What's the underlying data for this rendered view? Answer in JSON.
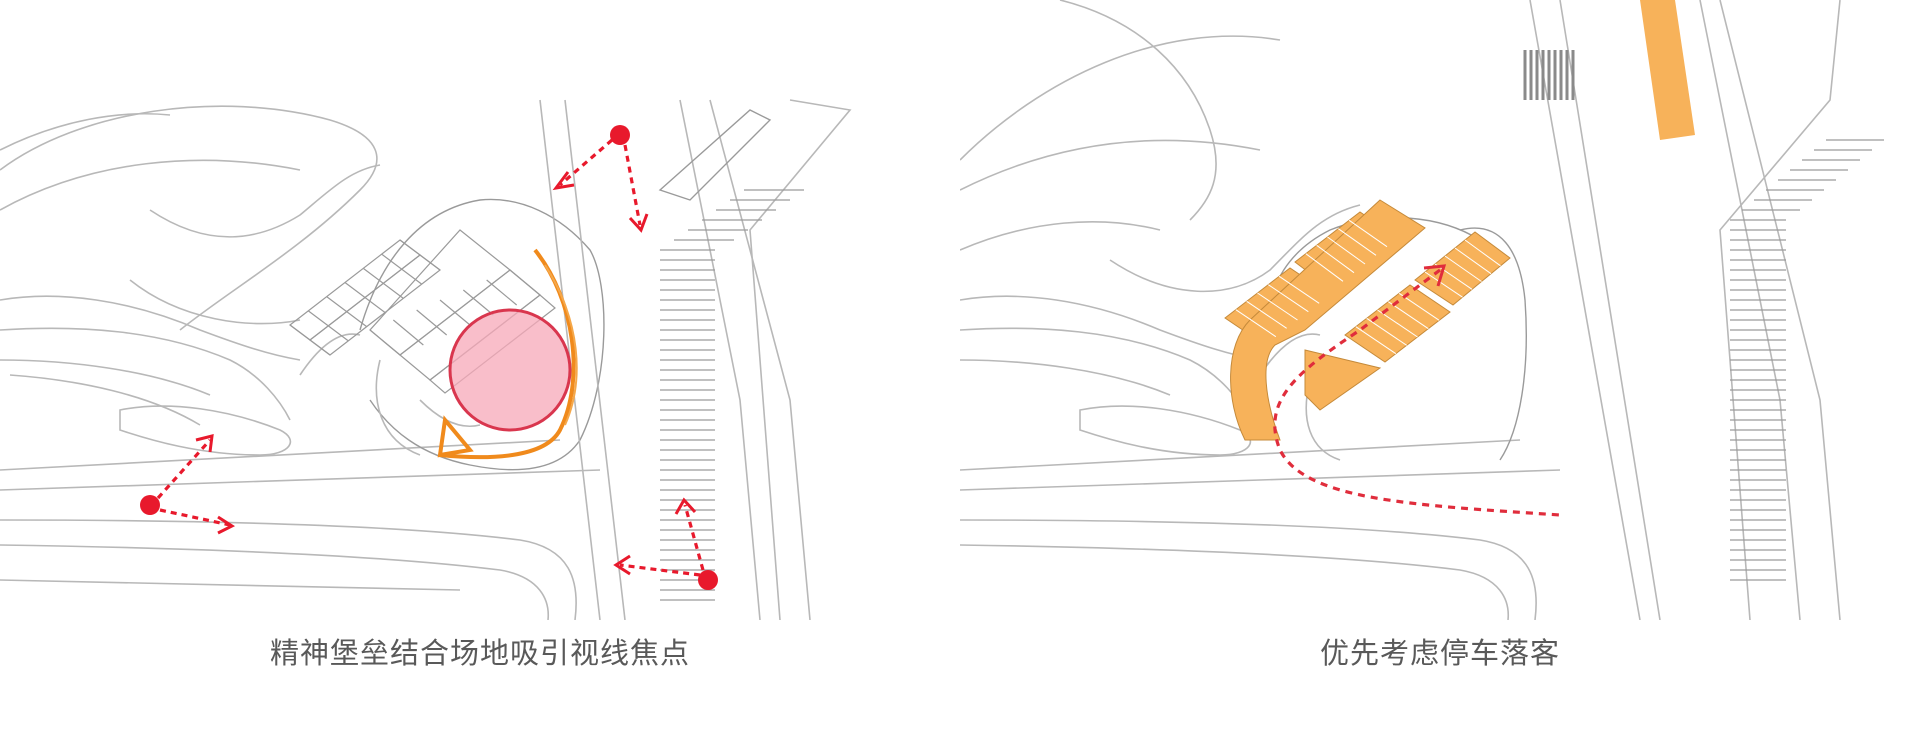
{
  "panels": [
    {
      "id": "left",
      "caption": "精神堡垒结合场地吸引视线焦点"
    },
    {
      "id": "right",
      "caption": "优先考虑停车落客"
    }
  ],
  "colors": {
    "marker_red": "#e8192c",
    "focus_fill": "#f7a8b8",
    "accent_orange": "#f08a1c",
    "parking_orange": "#f7b25a",
    "line_grey": "#b8b8b8",
    "caption_text": "#595959"
  }
}
